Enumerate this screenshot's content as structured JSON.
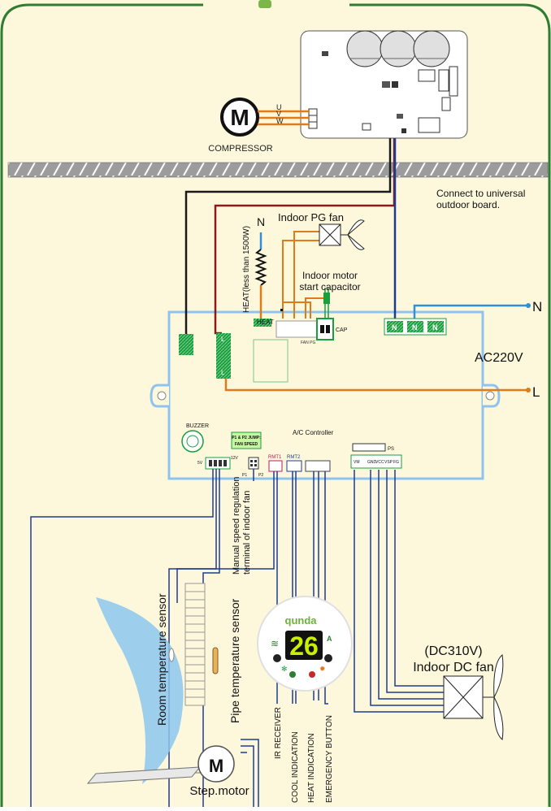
{
  "colors": {
    "background": "#fdf8dc",
    "frame": "#2e7d32",
    "board_outline": "#8fc3ee",
    "terminal_green": "#1b9e3e",
    "wire_black": "#1a1a1a",
    "wire_darkred": "#8b1a1a",
    "wire_blue": "#1f3a93",
    "wire_light_blue": "#2f8fd8",
    "wire_orange": "#e07b1a",
    "display_digits": "#c8f000"
  },
  "labels": {
    "compressor": "COMPRESSOR",
    "compressor_symbol": "M",
    "phases": [
      "U",
      "V",
      "W"
    ],
    "connect_note": [
      "Connect to universal",
      "outdoor board."
    ],
    "indoor_pg_fan": "Indoor PG fan",
    "heater_neutral": "N",
    "heater_spec": "HEAT(less than 1500W)",
    "motor_capacitor": [
      "Indoor motor",
      "start capacitor"
    ],
    "heat_terminal": "HEAT",
    "fan_pg": "FAN PG",
    "cap": "CAP",
    "neutral_terminal": "N",
    "power_n": "N",
    "power_l": "L",
    "l_terminal": "L",
    "ac220v": "AC220V",
    "buzzer": "BUZZER",
    "jump_note": [
      "P1 & P2 JUMP:",
      "FAN SPEED"
    ],
    "controller": "A/C Controller",
    "rmt1": "RMT1",
    "rmt2": "RMT2",
    "ps": "PS",
    "fan_pins": [
      "VM",
      "GND",
      "VCC",
      "VSP",
      "FG"
    ],
    "sensor_pins": [
      "5V",
      "12V"
    ],
    "jump_pins": [
      "P1",
      "P2"
    ],
    "manual_speed": [
      "Manual speed regulation",
      "terminal of indoor fan"
    ],
    "room_sensor": "Room temperature sensor",
    "pipe_sensor": "Pipe temperature sensor",
    "brand": "qunda",
    "display_value": "26",
    "display_a": "A",
    "ir_receiver": "IR RECEIVER",
    "cool_indication": "COOL INDICATION",
    "heat_indication": "HEAT INDICATION",
    "emergency_button": "EMERGENCY BUTTON",
    "dc_fan": [
      "(DC310V)",
      "Indoor DC fan"
    ],
    "step_motor": "Step.motor",
    "step_motor_symbol": "M"
  }
}
